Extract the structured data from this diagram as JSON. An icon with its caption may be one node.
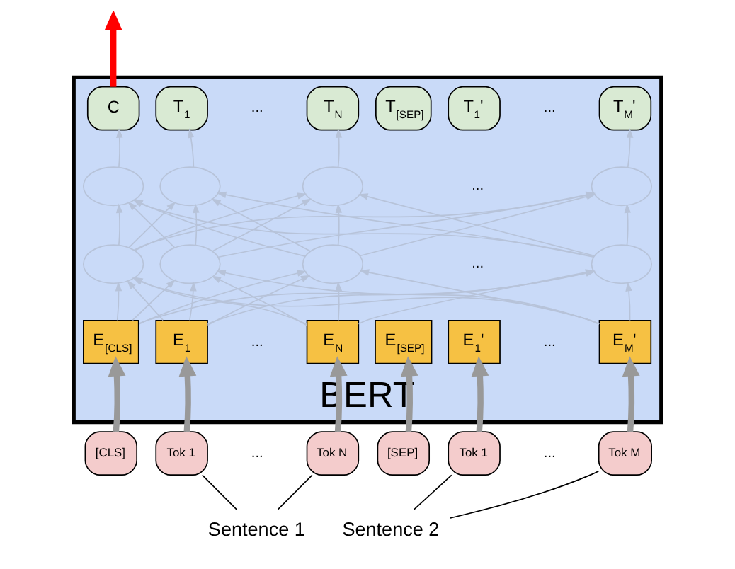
{
  "diagram": {
    "nodes": [
      {
        "text": [
          "BERT"
        ]
      },
      {
        "text": [
          "C"
        ],
        "in": 0
      },
      {
        "text": [
          "T$_{1}$"
        ],
        "in": 0
      },
      {
        "text": [
          "T$_{N}$"
        ],
        "in": 0
      },
      {
        "text": [
          "T$_{[SEP]}$"
        ],
        "in": 0
      },
      {
        "text": [
          "T$_{1}$'"
        ],
        "in": 0
      },
      {
        "text": [
          "T$_{M}$'"
        ],
        "in": 0
      },
      {
        "text": [],
        "shape": "circle",
        "in": 0
      },
      {
        "text": [],
        "shape": "circle",
        "in": 0
      },
      {
        "text": [],
        "shape": "circle",
        "in": 0
      },
      {
        "text": [],
        "shape": "circle",
        "in": 0
      },
      {
        "text": [],
        "shape": "circle",
        "in": 0
      },
      {
        "text": [],
        "shape": "circle",
        "in": 0
      },
      {
        "text": [],
        "shape": "circle",
        "in": 0
      },
      {
        "text": [],
        "shape": "circle",
        "in": 0
      },
      {
        "text": [
          "E$_{[CLS]}$"
        ],
        "in": 0
      },
      {
        "text": [
          "E$_{1}$"
        ],
        "in": 0
      },
      {
        "text": [
          "E$_{N}$"
        ],
        "in": 0
      },
      {
        "text": [
          "E$_{[SEP]}$"
        ],
        "in": 0
      },
      {
        "text": [
          "E$_{1}$'"
        ],
        "in": 0
      },
      {
        "text": [
          "E$_{M}$'"
        ],
        "in": 0
      },
      {
        "text": [
          "[CLS]"
        ]
      },
      {
        "text": [
          "Tok 1"
        ]
      },
      {
        "text": [
          "Tok N"
        ]
      },
      {
        "text": [
          "[SEP]"
        ]
      },
      {
        "text": [
          "Tok 1"
        ]
      },
      {
        "text": [
          "Tok M"
        ]
      },
      {
        "text": [
          "Sentence 1"
        ]
      },
      {
        "text": [
          "Sentence 2"
        ]
      }
    ],
    "edges": [
      {
        "from": 15,
        "to": 11,
        "arrow": "to"
      },
      {
        "from": 15,
        "to": 12,
        "arrow": "to"
      },
      {
        "from": 15,
        "to": 13,
        "arrow": "to"
      },
      {
        "from": 15,
        "to": 14,
        "arrow": "to"
      },
      {
        "from": 16,
        "to": 11,
        "arrow": "to"
      },
      {
        "from": 16,
        "to": 12,
        "arrow": "to"
      },
      {
        "from": 16,
        "to": 13,
        "arrow": "to"
      },
      {
        "from": 16,
        "to": 14,
        "arrow": "to"
      },
      {
        "from": 17,
        "to": 11,
        "arrow": "to"
      },
      {
        "from": 17,
        "to": 12,
        "arrow": "to"
      },
      {
        "from": 17,
        "to": 13,
        "arrow": "to"
      },
      {
        "from": 17,
        "to": 14,
        "arrow": "to"
      },
      {
        "from": 20,
        "to": 11,
        "arrow": "to"
      },
      {
        "from": 20,
        "to": 12,
        "arrow": "to"
      },
      {
        "from": 20,
        "to": 13,
        "arrow": "to"
      },
      {
        "from": 20,
        "to": 14,
        "arrow": "to"
      },
      {
        "from": 11,
        "to": 7,
        "arrow": "to"
      },
      {
        "from": 11,
        "to": 8,
        "arrow": "to"
      },
      {
        "from": 11,
        "to": 9,
        "arrow": "to"
      },
      {
        "from": 11,
        "to": 10,
        "arrow": "to"
      },
      {
        "from": 12,
        "to": 7,
        "arrow": "to"
      },
      {
        "from": 12,
        "to": 8,
        "arrow": "to"
      },
      {
        "from": 12,
        "to": 9,
        "arrow": "to"
      },
      {
        "from": 12,
        "to": 10,
        "arrow": "to"
      },
      {
        "from": 13,
        "to": 7,
        "arrow": "to"
      },
      {
        "from": 13,
        "to": 8,
        "arrow": "to"
      },
      {
        "from": 13,
        "to": 9,
        "arrow": "to"
      },
      {
        "from": 13,
        "to": 10,
        "arrow": "to"
      },
      {
        "from": 14,
        "to": 7,
        "arrow": "to"
      },
      {
        "from": 14,
        "to": 8,
        "arrow": "to"
      },
      {
        "from": 14,
        "to": 9,
        "arrow": "to"
      },
      {
        "from": 14,
        "to": 10,
        "arrow": "to"
      },
      {
        "from": 7,
        "to": 1,
        "arrow": "to"
      },
      {
        "from": 8,
        "to": 2,
        "arrow": "to"
      },
      {
        "from": 9,
        "to": 3,
        "arrow": "to"
      },
      {
        "from": 10,
        "to": 6,
        "arrow": "to"
      },
      {
        "from": 21,
        "to": 15,
        "arrow": "to",
        "style": "thick",
        "color": "#999999"
      },
      {
        "from": 22,
        "to": 16,
        "arrow": "to",
        "style": "thick",
        "color": "#999999"
      },
      {
        "from": 23,
        "to": 17,
        "arrow": "to",
        "style": "thick",
        "color": "#999999"
      },
      {
        "from": 24,
        "to": 18,
        "arrow": "to",
        "style": "thick",
        "color": "#999999"
      },
      {
        "from": 25,
        "to": 19,
        "arrow": "to",
        "style": "thick",
        "color": "#999999"
      },
      {
        "from": 26,
        "to": 20,
        "arrow": "to",
        "style": "thick",
        "color": "#999999"
      },
      {
        "from": 1,
        "to": null,
        "arrow": "to",
        "style": "thick",
        "color": "#ff0000"
      },
      {
        "from": 27,
        "to": 22,
        "arrow": "none",
        "color": "#000000"
      },
      {
        "from": 27,
        "to": 23,
        "arrow": "none",
        "color": "#000000"
      },
      {
        "from": 28,
        "to": 25,
        "arrow": "none",
        "color": "#000000"
      },
      {
        "from": 28,
        "to": 26,
        "arrow": "none",
        "color": "#000000"
      }
    ],
    "labels": [
      "...",
      "...",
      "...",
      "...",
      "...",
      "...",
      "...",
      "..."
    ]
  }
}
